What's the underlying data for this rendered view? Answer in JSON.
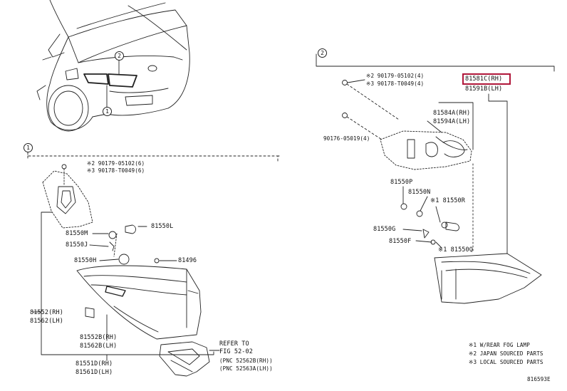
{
  "section_markers": {
    "one": "1",
    "two": "2"
  },
  "overview": {
    "callout_1": "1",
    "callout_2": "2"
  },
  "left": {
    "screw_note_a": "※2 90179-05102(6)",
    "screw_note_b": "※3 90178-T0049(6)",
    "p81550L": "81550L",
    "p81550M": "81550M",
    "p81550J": "81550J",
    "p81550H": "81550H",
    "p81496": "81496",
    "p81552": "81552(RH)",
    "p81562": "81562(LH)",
    "p81552B": "81552B(RH)",
    "p81562B": "81562B(LH)",
    "p81551D": "81551D(RH)",
    "p81561D": "81561D(LH)",
    "refer_1": "REFER TO",
    "refer_2": "FIG 52-02",
    "refer_3": "(PNC 52562B(RH))",
    "refer_4": "(PNC 52563A(LH))"
  },
  "right": {
    "screw_note_a": "※2 90179-05102(4)",
    "screw_note_b": "※3 90178-T0049(4)",
    "p90176": "90176-05019(4)",
    "p81581C": "81581C(RH)",
    "p81591B": "81591B(LH)",
    "p81584A": "81584A(RH)",
    "p81594A": "81594A(LH)",
    "p81550P": "81550P",
    "p81550N": "81550N",
    "p81550R": "※1 81550R",
    "p81550G": "81550G",
    "p81550F": "81550F",
    "p81550Q": "※1 81550Q"
  },
  "legend": {
    "note1": "※1 W/REAR FOG LAMP",
    "note2": "※2 JAPAN SOURCED PARTS",
    "note3": "※3 LOCAL SOURCED PARTS"
  },
  "footer": {
    "code": "816593E"
  },
  "colors": {
    "highlight": "#b0173a",
    "line": "#222222"
  }
}
